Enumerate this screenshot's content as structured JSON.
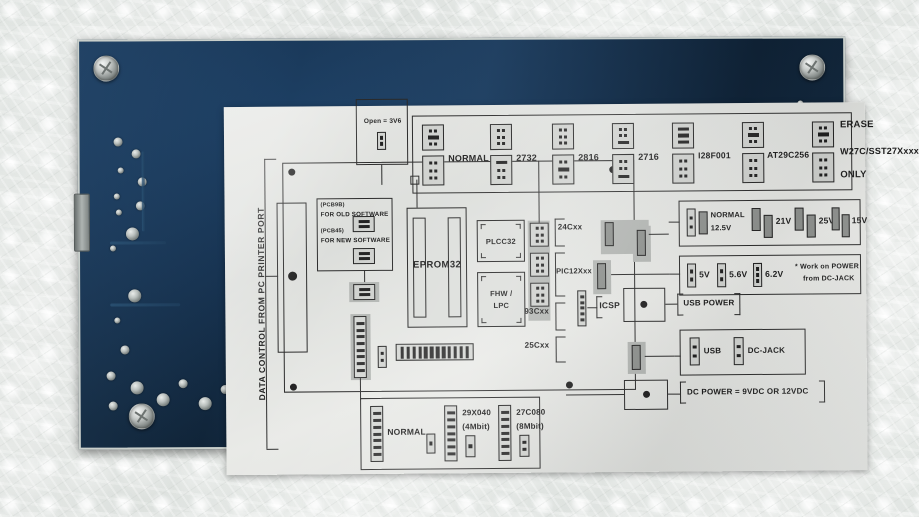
{
  "scene": {
    "subject": "eprom-programmer-pcb",
    "background": "bubble-wrap",
    "board_color": "#16314e",
    "label_color": "#e2e4e1"
  },
  "label": {
    "left_axis_text": "DATA  CONTROL  FROM  PC PRINTER PORT",
    "open_jumper": {
      "text": "Open = 3V6"
    },
    "software_box": {
      "line1": "(PCB9B)",
      "line2": "FOR OLD SOFTWARE",
      "line3": "(PCB45)",
      "line4": "FOR NEW SOFTWARE"
    },
    "zif_socket_label": "EPROM32",
    "sockets": [
      {
        "label": "PLCC32"
      },
      {
        "label": "FHW /",
        "label2": "LPC"
      }
    ],
    "serial_devices": [
      {
        "label": "24Cxx"
      },
      {
        "label": "PIC12Xxx"
      },
      {
        "label": "93Cxx"
      },
      {
        "label": "25Cxx"
      }
    ],
    "icsp_label": "ICSP",
    "top_jumper_group": [
      {
        "label": "NORMAL"
      },
      {
        "label": "2732"
      },
      {
        "label": "2816"
      },
      {
        "label": "2716"
      },
      {
        "label": "I28F001"
      },
      {
        "label": "AT29C256"
      },
      {
        "label": "ERASE",
        "label2": "W27C/SST27Xxxx",
        "label3": "ONLY"
      }
    ],
    "vpp_group": [
      {
        "label": "NORMAL",
        "label2": "12.5V"
      },
      {
        "label": "21V"
      },
      {
        "label": "25V"
      },
      {
        "label": "15V"
      }
    ],
    "vcc_group": [
      {
        "label": "5V"
      },
      {
        "label": "5.6V"
      },
      {
        "label": "6.2V"
      }
    ],
    "vcc_note": {
      "line1": "* Work on POWER",
      "line2": "from DC-JACK"
    },
    "usb_power_label": "USB POWER",
    "power_source_group": [
      {
        "label": "USB"
      },
      {
        "label": "DC-JACK"
      }
    ],
    "dc_power_note": "DC POWER = 9VDC OR 12VDC",
    "bottom_group": [
      {
        "label": "NORMAL"
      },
      {
        "label": "29X040",
        "label2": "(4Mbit)"
      },
      {
        "label": "27C080",
        "label2": "(8Mbit)"
      }
    ]
  }
}
